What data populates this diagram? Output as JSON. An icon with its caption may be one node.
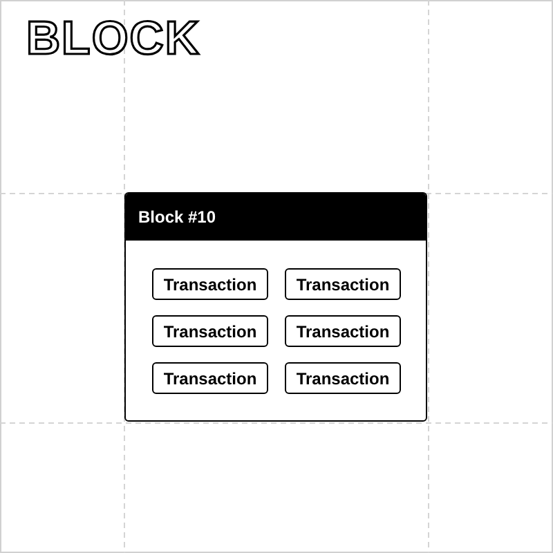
{
  "diagram": {
    "title": "BLOCK",
    "nodes": [
      {
        "text": [
          "Block #10"
        ]
      },
      {
        "text": [
          "Transaction"
        ],
        "in": 0
      },
      {
        "text": [
          "Transaction"
        ],
        "in": 0
      },
      {
        "text": [
          "Transaction"
        ],
        "in": 0
      },
      {
        "text": [
          "Transaction"
        ],
        "in": 0
      },
      {
        "text": [
          "Transaction"
        ],
        "in": 0
      },
      {
        "text": [
          "Transaction"
        ],
        "in": 0
      }
    ]
  }
}
